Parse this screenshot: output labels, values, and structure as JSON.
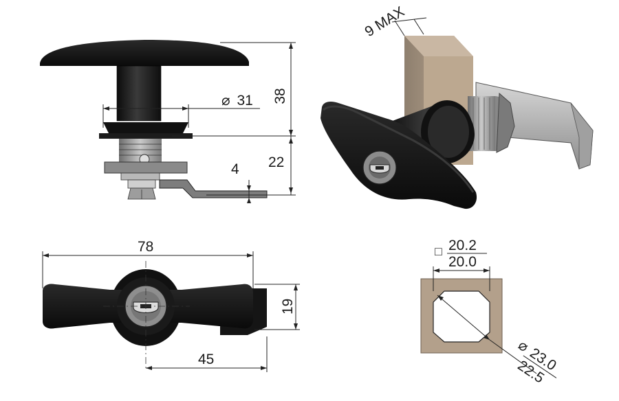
{
  "dimensions": {
    "overall_height": "38",
    "diameter": "31",
    "body_length": "22",
    "cam_thickness": "4",
    "handle_width": "78",
    "handle_depth": "19",
    "center_offset": "45",
    "panel_max": "9 MAX",
    "square_outer": "20.2",
    "square_inner": "20.0",
    "cutout_outer": "23.0",
    "cutout_inner": "22.5"
  },
  "symbols": {
    "diameter": "⌀",
    "square": "□"
  },
  "colors": {
    "handle": "#151515",
    "metal": "#9a9a9a",
    "panel": "#b29f8a",
    "line": "#222222"
  }
}
